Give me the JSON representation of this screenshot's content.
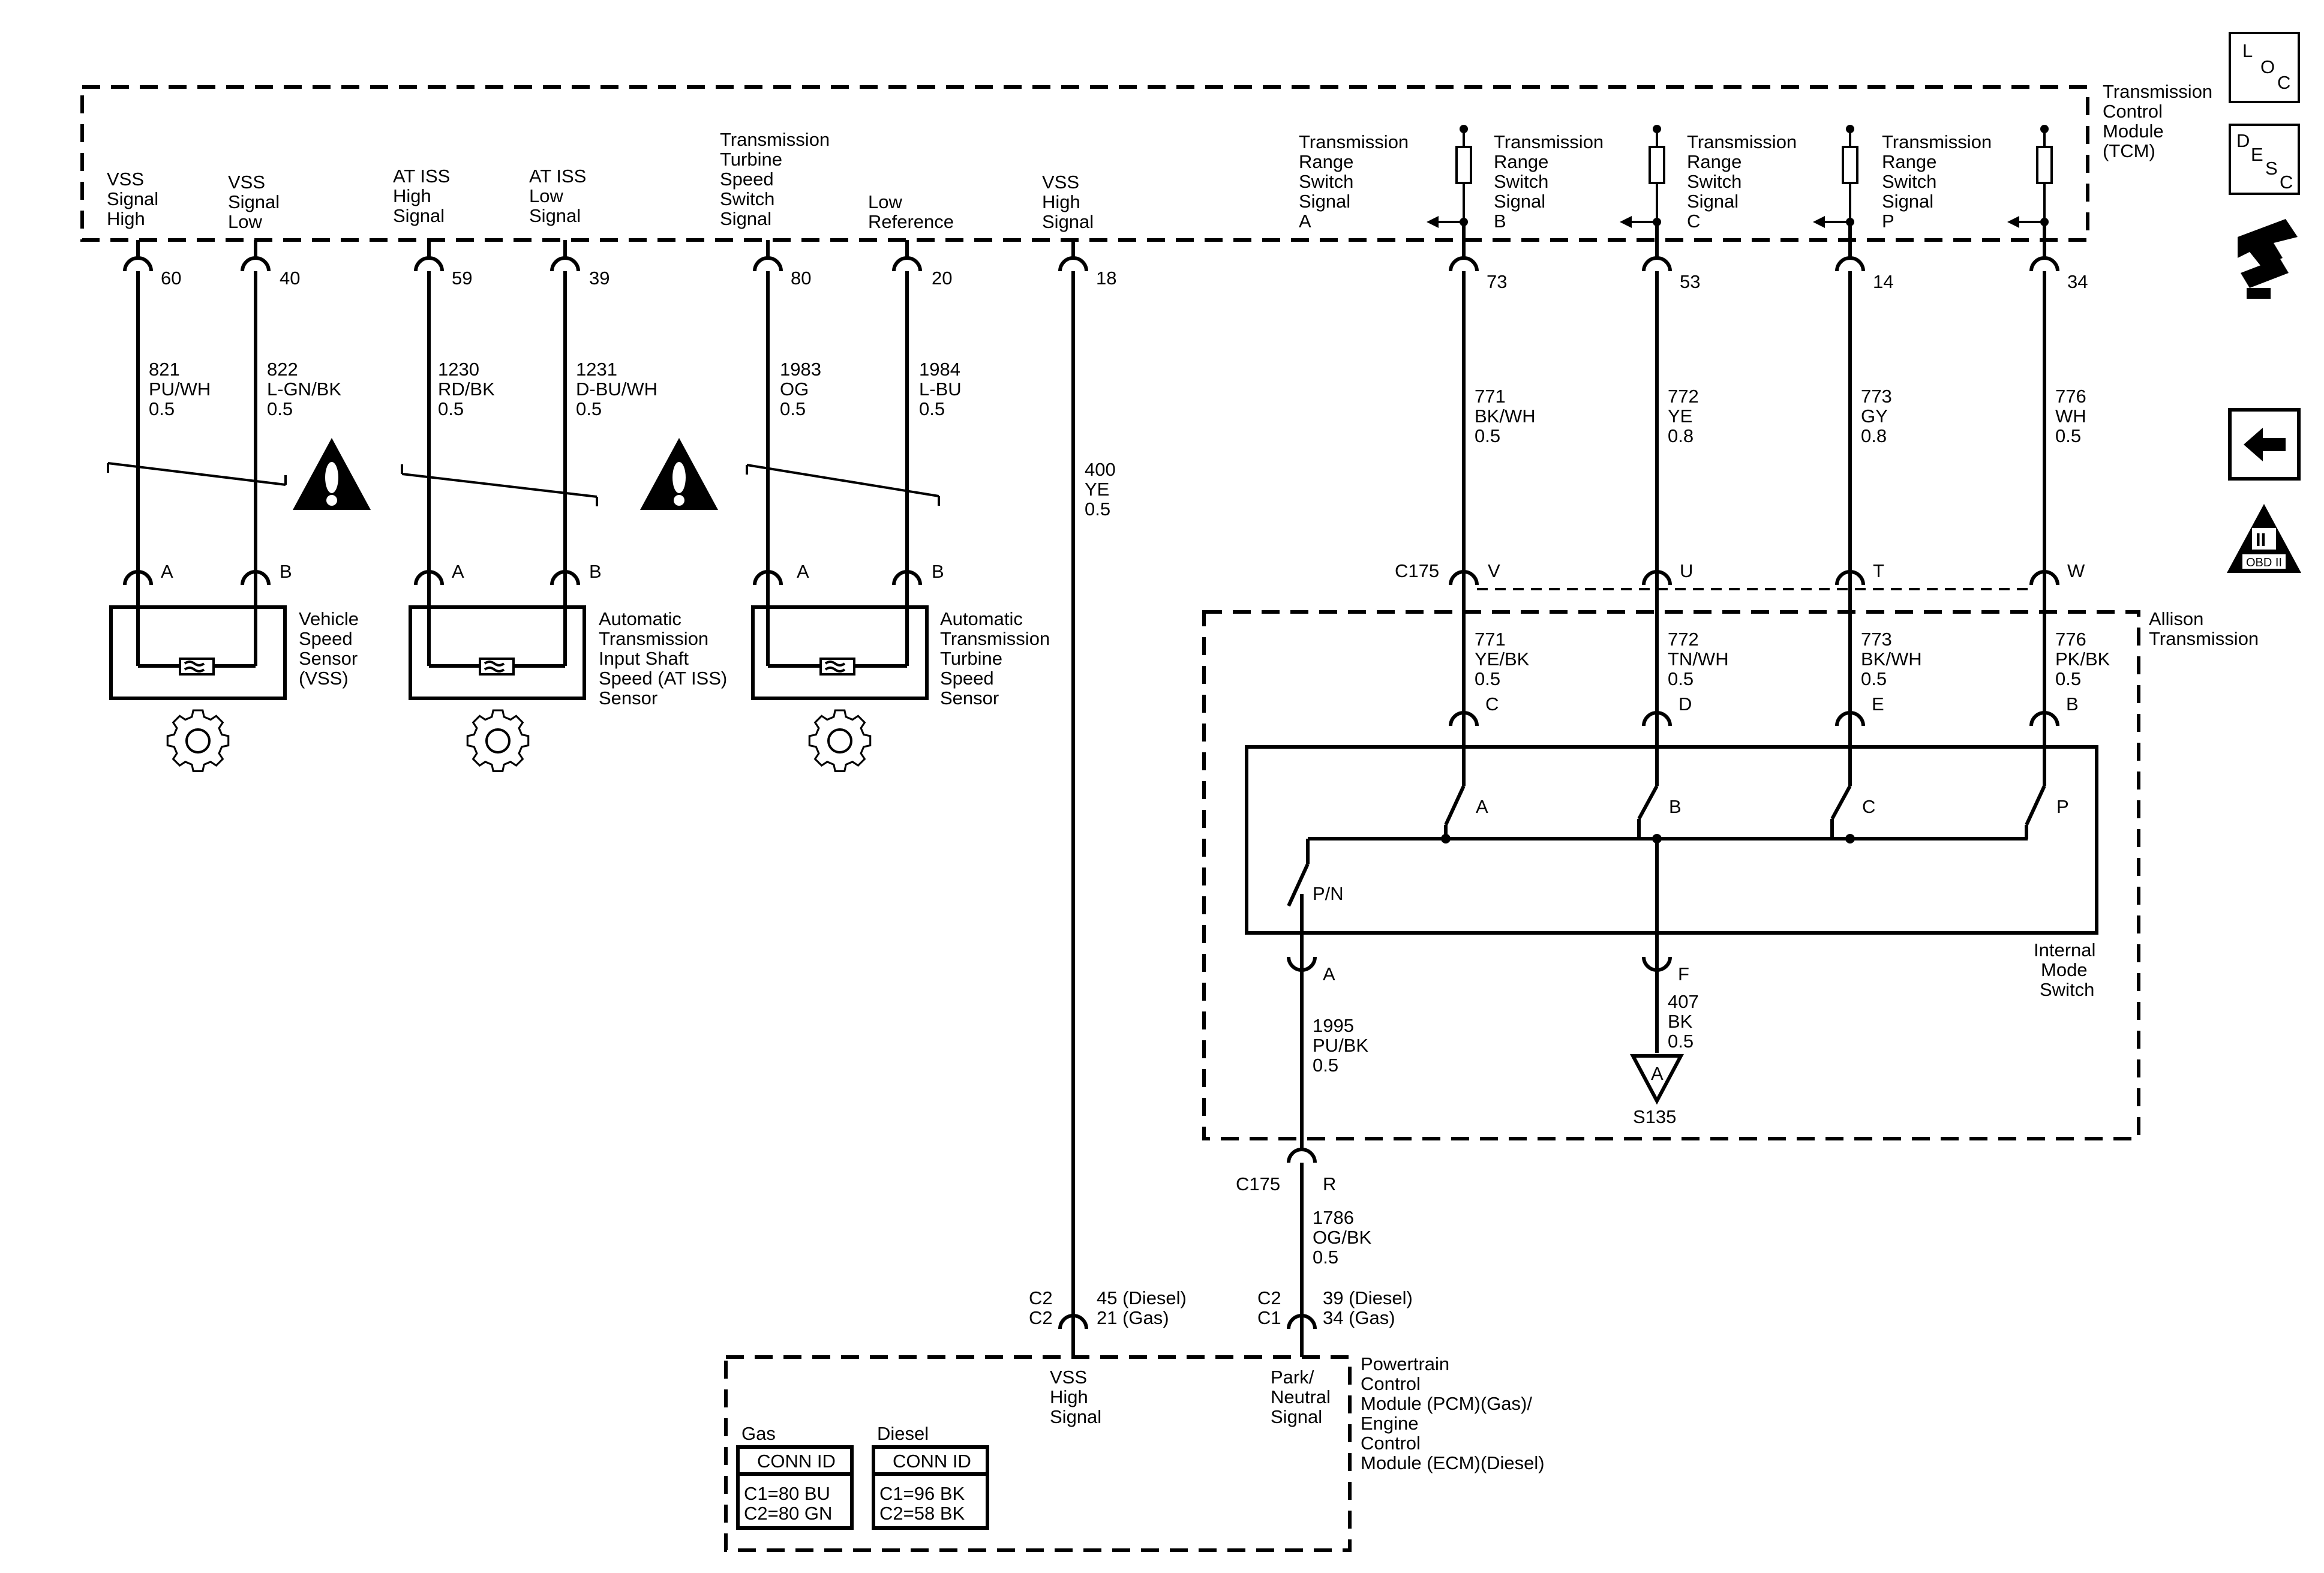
{
  "tcm": {
    "title": [
      "Transmission",
      "Control",
      "Module",
      "(TCM)"
    ],
    "pins": {
      "vss_high": {
        "label": [
          "VSS",
          "Signal",
          "High"
        ],
        "pin": "60",
        "circuit": [
          "821",
          "PU/WH",
          "0.5"
        ]
      },
      "vss_low": {
        "label": [
          "VSS",
          "Signal",
          "Low"
        ],
        "pin": "40",
        "circuit": [
          "822",
          "L-GN/BK",
          "0.5"
        ]
      },
      "iss_high": {
        "label": [
          "AT ISS",
          "High",
          "Signal"
        ],
        "pin": "59",
        "circuit": [
          "1230",
          "RD/BK",
          "0.5"
        ]
      },
      "iss_low": {
        "label": [
          "AT ISS",
          "Low",
          "Signal"
        ],
        "pin": "39",
        "circuit": [
          "1231",
          "D-BU/WH",
          "0.5"
        ]
      },
      "tts_signal": {
        "label": [
          "Transmission",
          "Turbine",
          "Speed",
          "Switch",
          "Signal"
        ],
        "pin": "80",
        "circuit": [
          "1983",
          "OG",
          "0.5"
        ]
      },
      "tts_low": {
        "label": [
          "Low",
          "Reference"
        ],
        "pin": "20",
        "circuit": [
          "1984",
          "L-BU",
          "0.5"
        ]
      },
      "vss_out": {
        "label": [
          "VSS",
          "High",
          "Signal"
        ],
        "pin": "18",
        "circuit": [
          "400",
          "YE",
          "0.5"
        ]
      },
      "trs_a": {
        "label": [
          "Transmission",
          "Range",
          "Switch",
          "Signal",
          "A"
        ],
        "pin": "73",
        "circuit": [
          "771",
          "BK/WH",
          "0.5"
        ]
      },
      "trs_b": {
        "label": [
          "Transmission",
          "Range",
          "Switch",
          "Signal",
          "B"
        ],
        "pin": "53",
        "circuit": [
          "772",
          "YE",
          "0.8"
        ]
      },
      "trs_c": {
        "label": [
          "Transmission",
          "Range",
          "Switch",
          "Signal",
          "C"
        ],
        "pin": "14",
        "circuit": [
          "773",
          "GY",
          "0.8"
        ]
      },
      "trs_p": {
        "label": [
          "Transmission",
          "Range",
          "Switch",
          "Signal",
          "P"
        ],
        "pin": "34",
        "circuit": [
          "776",
          "WH",
          "0.5"
        ]
      }
    }
  },
  "sensors": {
    "vss": {
      "label": [
        "Vehicle",
        "Speed",
        "Sensor",
        "(VSS)"
      ],
      "pin_a": "A",
      "pin_b": "B"
    },
    "iss": {
      "label": [
        "Automatic",
        "Transmission",
        "Input Shaft",
        "Speed (AT ISS)",
        "Sensor"
      ],
      "pin_a": "A",
      "pin_b": "B"
    },
    "tts": {
      "label": [
        "Automatic",
        "Transmission",
        "Turbine",
        "Speed",
        "Sensor"
      ],
      "pin_a": "A",
      "pin_b": "B"
    }
  },
  "c175": {
    "name": "C175",
    "pins": [
      "V",
      "U",
      "T",
      "W"
    ],
    "lower_pin": "R"
  },
  "allison": {
    "title": [
      "Allison",
      "Transmission"
    ],
    "pins": [
      "C",
      "D",
      "E",
      "B"
    ],
    "circuits": [
      [
        "771",
        "YE/BK",
        "0.5"
      ],
      [
        "772",
        "TN/WH",
        "0.5"
      ],
      [
        "773",
        "BK/WH",
        "0.5"
      ],
      [
        "776",
        "PK/BK",
        "0.5"
      ]
    ],
    "switch_labels": [
      "A",
      "B",
      "C",
      "P",
      "P/N"
    ],
    "ims_label": [
      "Internal",
      "Mode",
      "Switch"
    ],
    "pn_pin": "A",
    "ground_pin": "F",
    "pn_circuit": [
      "1995",
      "PU/BK",
      "0.5"
    ],
    "ground_circuit": [
      "407",
      "BK",
      "0.5"
    ],
    "splice_letter": "A",
    "splice": "S135"
  },
  "lower_circuit": [
    "1786",
    "OG/BK",
    "0.5"
  ],
  "pcm": {
    "title": [
      "Powertrain",
      "Control",
      "Module (PCM)(Gas)/",
      "Engine",
      "Control",
      "Module (ECM)(Diesel)"
    ],
    "vss_conn": [
      "C2",
      "C2"
    ],
    "vss_pins": [
      "45 (Diesel)",
      "21 (Gas)"
    ],
    "pn_conn": [
      "C2",
      "C1"
    ],
    "pn_pins": [
      "39 (Diesel)",
      "34 (Gas)"
    ],
    "vss_label": [
      "VSS",
      "High",
      "Signal"
    ],
    "pn_label": [
      "Park/",
      "Neutral",
      "Signal"
    ],
    "gas": {
      "caption": "Gas",
      "header": "CONN ID",
      "rows": [
        "C1=80 BU",
        "C2=80 GN"
      ]
    },
    "diesel": {
      "caption": "Diesel",
      "header": "CONN ID",
      "rows": [
        "C1=96 BK",
        "C2=58 BK"
      ]
    }
  },
  "side_icons": {
    "loc": [
      "L",
      "O",
      "C"
    ],
    "desc": [
      "D",
      "E",
      "S",
      "C"
    ],
    "obd": "OBD II",
    "obd_roman": "II"
  }
}
